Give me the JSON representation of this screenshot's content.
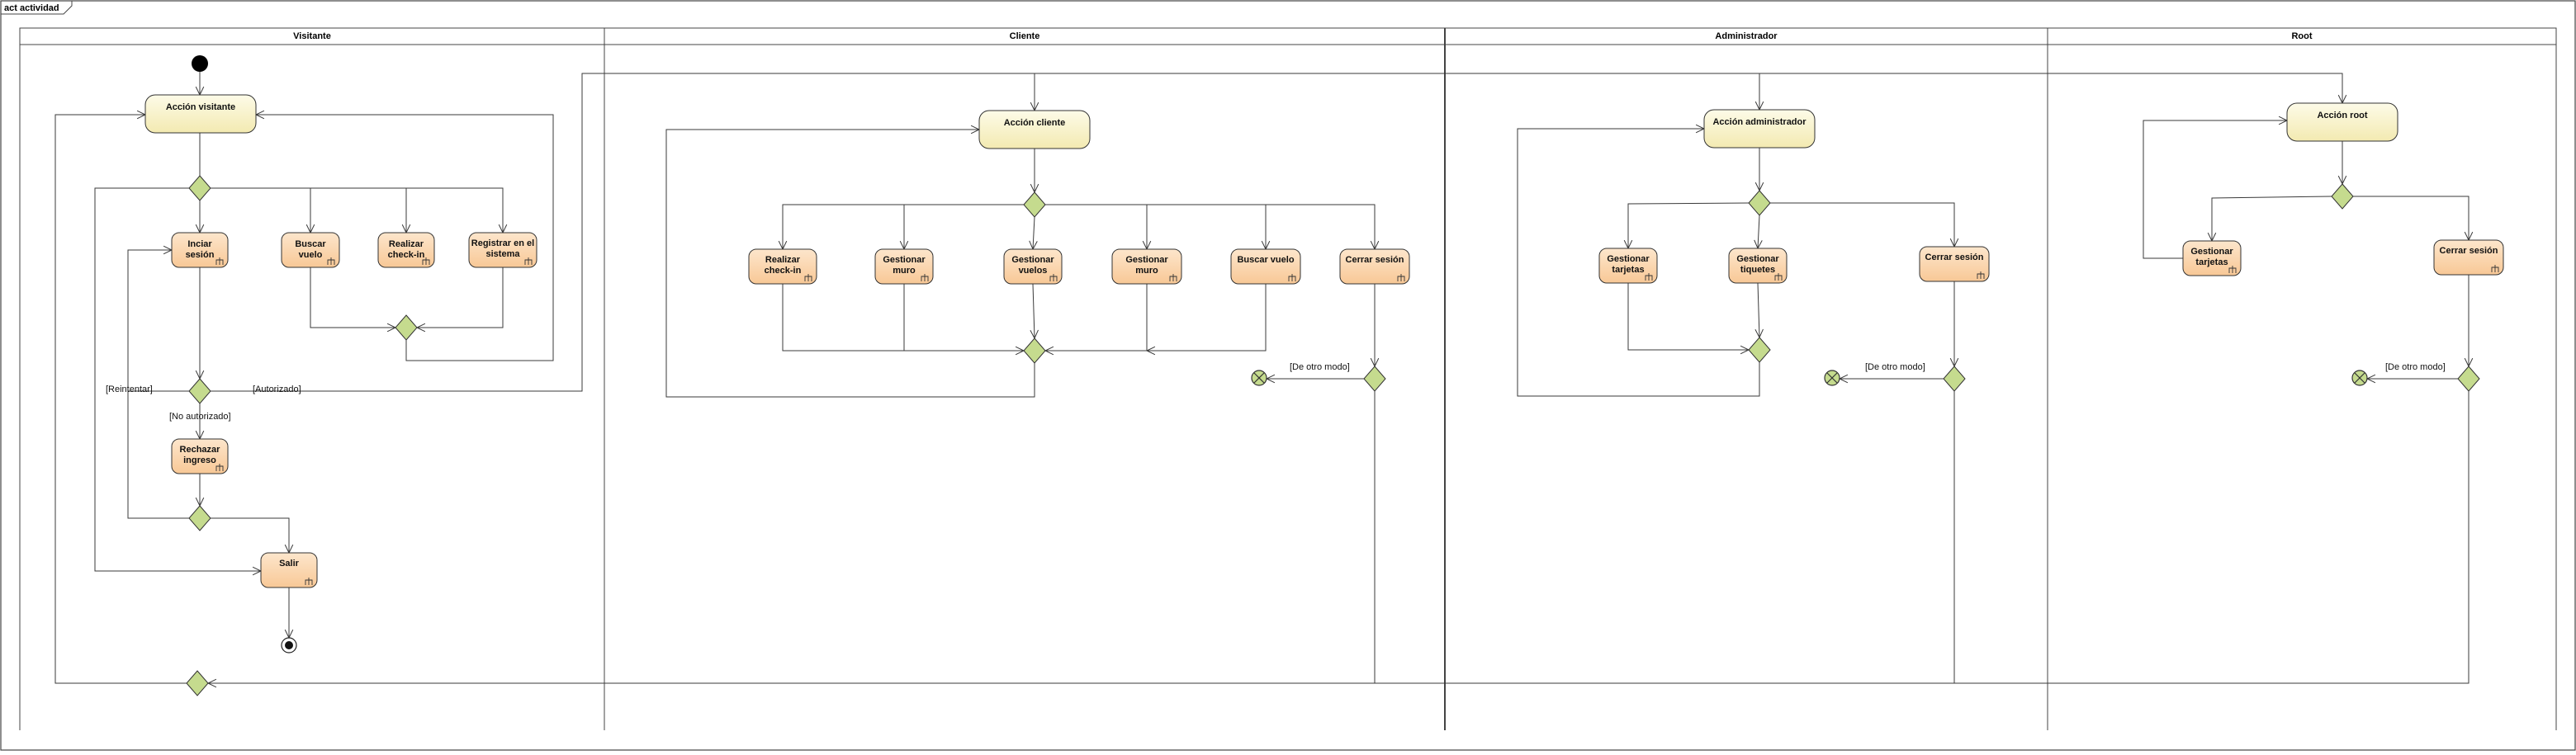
{
  "frame": {
    "title": "act actividad"
  },
  "lanes": [
    {
      "id": "visitante",
      "title": "Visitante"
    },
    {
      "id": "cliente",
      "title": "Cliente"
    },
    {
      "id": "administrador",
      "title": "Administrador"
    },
    {
      "id": "root",
      "title": "Root"
    }
  ],
  "actions": {
    "accion_visitante": [
      "Acción visitante"
    ],
    "iniciar_sesion": [
      "Inciar",
      "sesión"
    ],
    "buscar_vuelo_v": [
      "Buscar",
      "vuelo"
    ],
    "realizar_checkin_v": [
      "Realizar",
      "check-in"
    ],
    "registrar": [
      "Registrar en el",
      "sistema"
    ],
    "rechazar_ingreso": [
      "Rechazar",
      "ingreso"
    ],
    "salir": [
      "Salir"
    ],
    "accion_cliente": [
      "Acción cliente"
    ],
    "realizar_checkin_c": [
      "Realizar",
      "check-in"
    ],
    "gestionar_muro_c1": [
      "Gestionar",
      "muro"
    ],
    "gestionar_vuelos": [
      "Gestionar",
      "vuelos"
    ],
    "gestionar_muro_c2": [
      "Gestionar",
      "muro"
    ],
    "buscar_vuelo_c": [
      "Buscar vuelo"
    ],
    "cerrar_sesion_c": [
      "Cerrar sesión"
    ],
    "accion_admin": [
      "Acción administrador"
    ],
    "gestionar_tarjetas_a": [
      "Gestionar",
      "tarjetas"
    ],
    "gestionar_tiquetes": [
      "Gestionar",
      "tiquetes"
    ],
    "cerrar_sesion_a": [
      "Cerrar sesión"
    ],
    "accion_root": [
      "Acción root"
    ],
    "gestionar_tarjetas_r": [
      "Gestionar",
      "tarjetas"
    ],
    "cerrar_sesion_r": [
      "Cerrar sesión"
    ]
  },
  "guards": {
    "autorizado": "[Autorizado]",
    "reintentar": "[Reintentar]",
    "no_autorizado": "[No autorizado]",
    "otro_modo_c": "[De otro modo]",
    "otro_modo_a": "[De otro modo]",
    "otro_modo_r": "[De otro modo]"
  },
  "colors": {
    "start_action_fill": "#fbf6cf",
    "action_fill": "#fbd8b4",
    "decision_fill": "#c5db8e",
    "line": "#3a3a3a"
  }
}
